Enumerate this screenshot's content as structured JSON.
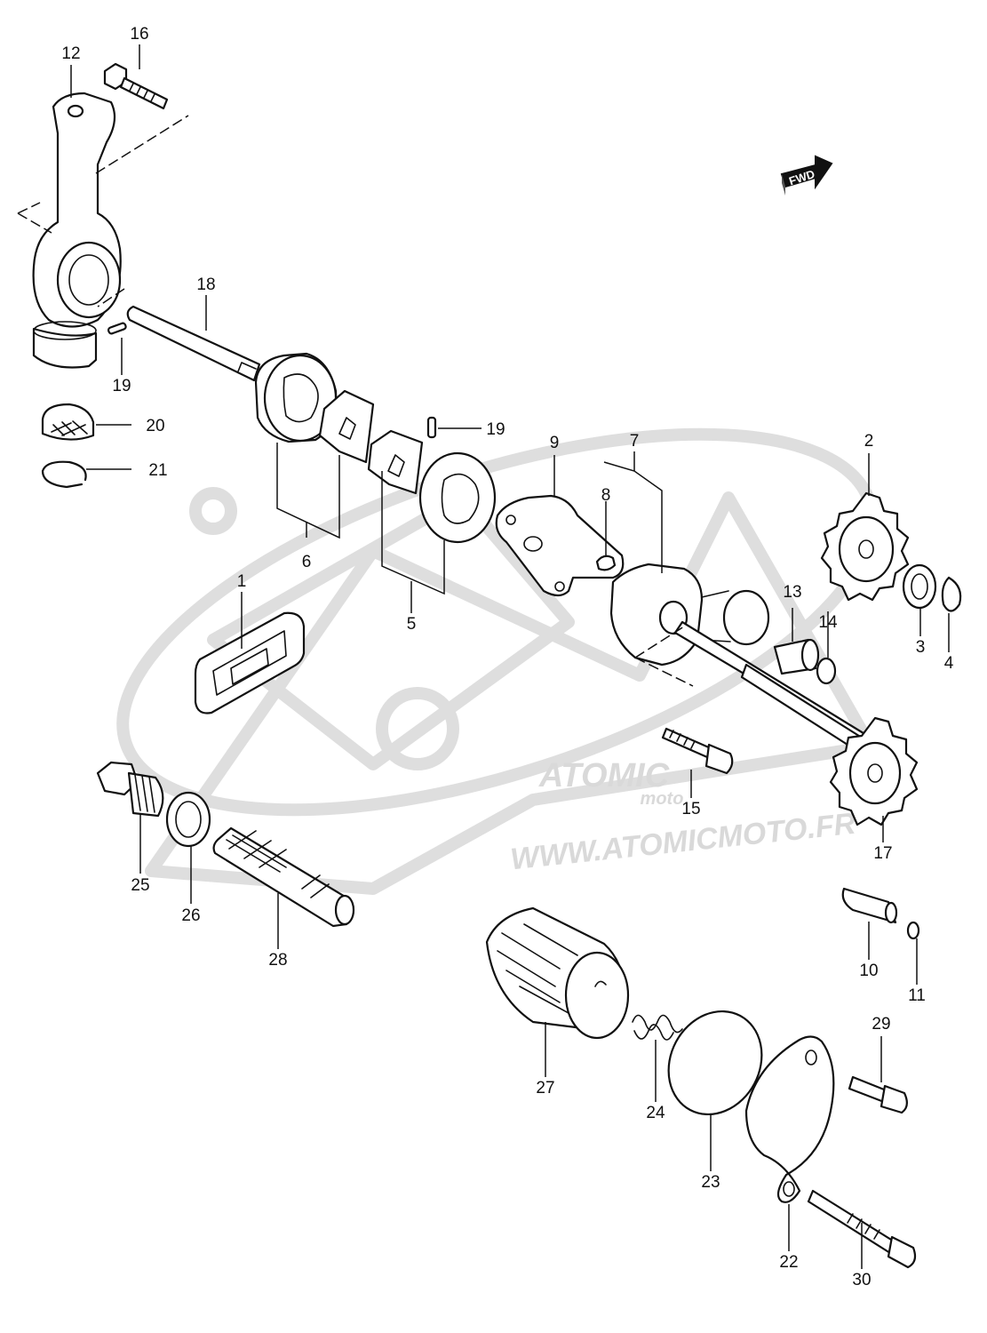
{
  "figure": {
    "fwd_label": "FWD",
    "watermark": {
      "logo_text": "ATOMIC",
      "logo_sub": "moto",
      "url": "WWW.ATOMICMOTO.FR"
    },
    "callouts": [
      {
        "id": "c1",
        "label": "1"
      },
      {
        "id": "c2",
        "label": "2"
      },
      {
        "id": "c3",
        "label": "3"
      },
      {
        "id": "c4",
        "label": "4"
      },
      {
        "id": "c5",
        "label": "5"
      },
      {
        "id": "c6",
        "label": "6"
      },
      {
        "id": "c7",
        "label": "7"
      },
      {
        "id": "c8",
        "label": "8"
      },
      {
        "id": "c9",
        "label": "9"
      },
      {
        "id": "c10",
        "label": "10"
      },
      {
        "id": "c11",
        "label": "11"
      },
      {
        "id": "c12",
        "label": "12"
      },
      {
        "id": "c13",
        "label": "13"
      },
      {
        "id": "c14",
        "label": "14"
      },
      {
        "id": "c15",
        "label": "15"
      },
      {
        "id": "c16",
        "label": "16"
      },
      {
        "id": "c17",
        "label": "17"
      },
      {
        "id": "c18",
        "label": "18"
      },
      {
        "id": "c19a",
        "label": "19"
      },
      {
        "id": "c19b",
        "label": "19"
      },
      {
        "id": "c20",
        "label": "20"
      },
      {
        "id": "c21",
        "label": "21"
      },
      {
        "id": "c22",
        "label": "22"
      },
      {
        "id": "c23",
        "label": "23"
      },
      {
        "id": "c24",
        "label": "24"
      },
      {
        "id": "c25",
        "label": "25"
      },
      {
        "id": "c26",
        "label": "26"
      },
      {
        "id": "c27",
        "label": "27"
      },
      {
        "id": "c28",
        "label": "28"
      },
      {
        "id": "c29",
        "label": "29"
      },
      {
        "id": "c30",
        "label": "30"
      }
    ]
  }
}
